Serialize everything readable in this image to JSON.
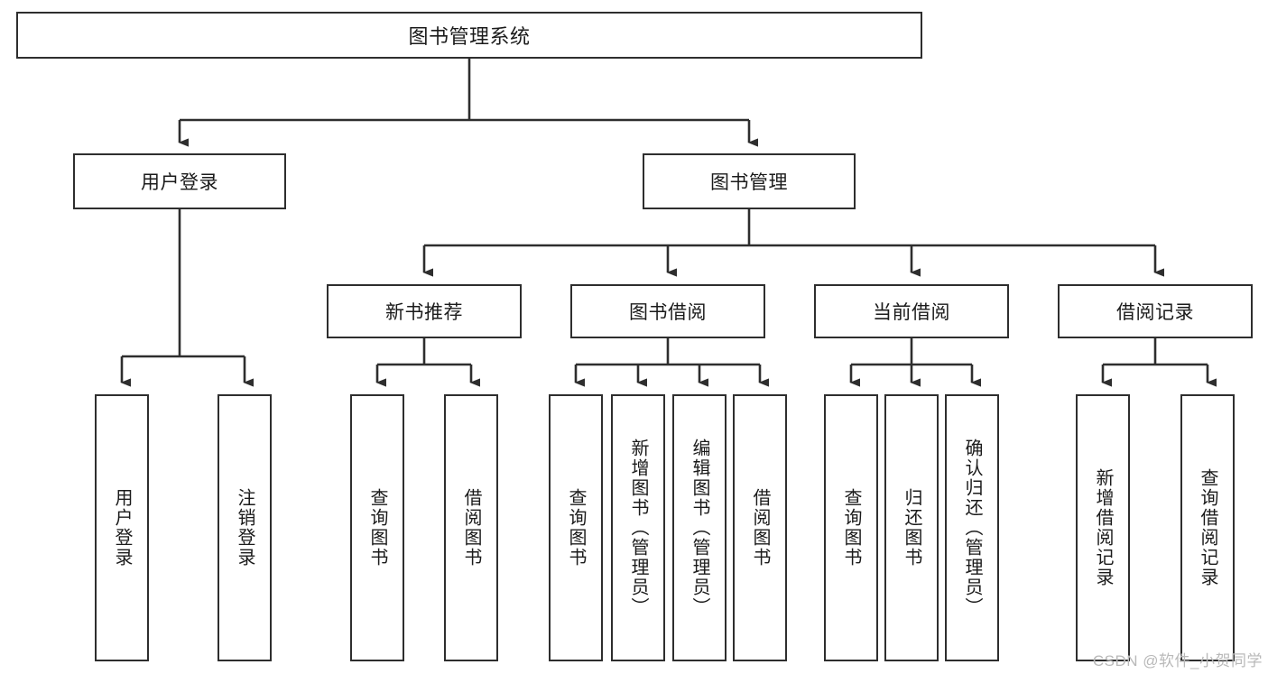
{
  "diagram": {
    "title_node": {
      "label": "图书管理系统"
    },
    "level2": [
      {
        "id": "user-login",
        "label": "用户登录"
      },
      {
        "id": "book-management",
        "label": "图书管理"
      }
    ],
    "level3": [
      {
        "id": "new-book-recommend",
        "label": "新书推荐"
      },
      {
        "id": "book-borrow",
        "label": "图书借阅"
      },
      {
        "id": "current-borrow",
        "label": "当前借阅"
      },
      {
        "id": "borrow-record",
        "label": "借阅记录"
      }
    ],
    "leaves": {
      "user_login": [
        {
          "id": "leaf-user-login",
          "label": "用户登录"
        },
        {
          "id": "leaf-logout-login",
          "label": "注销登录"
        }
      ],
      "new_book_recommend": [
        {
          "id": "leaf-query-book-1",
          "label": "查询图书"
        },
        {
          "id": "leaf-borrow-book-1",
          "label": "借阅图书"
        }
      ],
      "book_borrow": [
        {
          "id": "leaf-query-book-2",
          "label": "查询图书"
        },
        {
          "id": "leaf-add-book",
          "label": "新增图书（管理员）"
        },
        {
          "id": "leaf-edit-book",
          "label": "编辑图书（管理员）"
        },
        {
          "id": "leaf-borrow-book-2",
          "label": "借阅图书"
        }
      ],
      "current_borrow": [
        {
          "id": "leaf-query-book-3",
          "label": "查询图书"
        },
        {
          "id": "leaf-return-book",
          "label": "归还图书"
        },
        {
          "id": "leaf-confirm-return",
          "label": "确认归还（管理员）"
        }
      ],
      "borrow_record": [
        {
          "id": "leaf-add-record",
          "label": "新增借阅记录"
        },
        {
          "id": "leaf-query-record",
          "label": "查询借阅记录"
        }
      ]
    }
  },
  "watermark": {
    "text": "CSDN @软件_小贺同学"
  },
  "colors": {
    "stroke": "#2e2e2e",
    "background": "#ffffff",
    "text": "#1b1b1b",
    "watermark": "#b9b9b9"
  }
}
